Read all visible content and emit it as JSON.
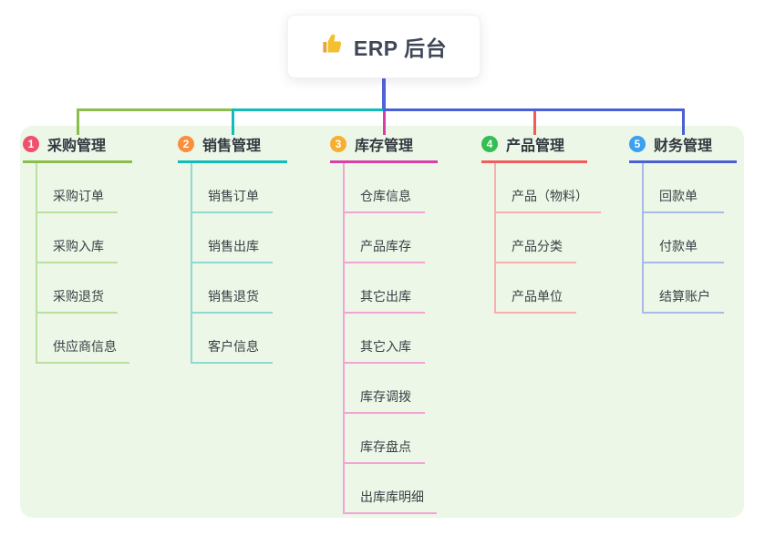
{
  "root": {
    "icon": "thumbs-up",
    "label": "ERP 后台"
  },
  "branches": [
    {
      "num": "1",
      "label": "采购管理",
      "badge_color": "#F0506E",
      "line_color": "#8BBE4D",
      "child_line_color": "#BCDE9F",
      "children": [
        "采购订单",
        "采购入库",
        "采购退货",
        "供应商信息"
      ]
    },
    {
      "num": "2",
      "label": "销售管理",
      "badge_color": "#F98F3D",
      "line_color": "#12BDB9",
      "child_line_color": "#8FD9D3",
      "children": [
        "销售订单",
        "销售出库",
        "销售退货",
        "客户信息"
      ]
    },
    {
      "num": "3",
      "label": "库存管理",
      "badge_color": "#F6AE33",
      "line_color": "#D93FA6",
      "child_line_color": "#F2A4D4",
      "children": [
        "仓库信息",
        "产品库存",
        "其它出库",
        "其它入库",
        "库存调拨",
        "库存盘点",
        "出库库明细"
      ]
    },
    {
      "num": "4",
      "label": "产品管理",
      "badge_color": "#33BD52",
      "line_color": "#F25C5C",
      "child_line_color": "#F8AFAF",
      "children": [
        "产品（物料）",
        "产品分类",
        "产品单位"
      ]
    },
    {
      "num": "5",
      "label": "财务管理",
      "badge_color": "#3BA0EE",
      "line_color": "#4A61D6",
      "child_line_color": "#A9BAE8",
      "children": [
        "回款单",
        "付款单",
        "结算账户"
      ]
    }
  ],
  "colors": {
    "background": "#FFFFFF",
    "panel": "#ECF7E7",
    "root_connector": "#5163D6",
    "thumb_icon": "#F5C02E",
    "title_text": "#32383F",
    "child_text": "#3A4045",
    "root_text": "#3E4757"
  }
}
